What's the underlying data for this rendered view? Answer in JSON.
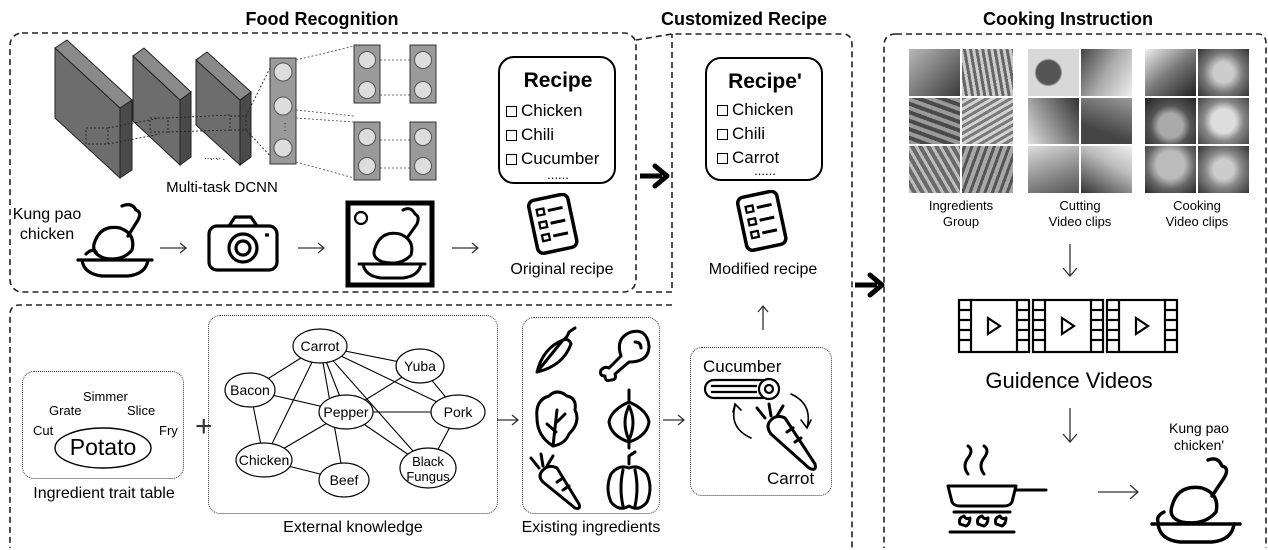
{
  "sections": {
    "food_recognition": "Food Recognition",
    "customized_recipe": "Customized Recipe",
    "cooking_instruction": "Cooking Instruction"
  },
  "network_label": "Multi-task DCNN",
  "dots_label": "......",
  "input_dish": {
    "line1": "Kung pao",
    "line2": "chicken"
  },
  "original_recipe": {
    "title": "Recipe",
    "items": [
      "Chicken",
      "Chili",
      "Cucumber"
    ],
    "more": "......",
    "caption": "Original recipe"
  },
  "modified_recipe": {
    "title": "Recipe'",
    "items": [
      "Chicken",
      "Chili",
      "Carrot"
    ],
    "more": "......",
    "caption": "Modified recipe"
  },
  "trait_table": {
    "center": "Potato",
    "verbs": [
      "Simmer",
      "Grate",
      "Slice",
      "Cut",
      "Fry"
    ],
    "caption": "Ingredient trait table",
    "plus": "+"
  },
  "knowledge_graph": {
    "caption": "External knowledge",
    "nodes": [
      "Carrot",
      "Yuba",
      "Bacon",
      "Pepper",
      "Pork",
      "Chicken",
      "Beef",
      "Black Fungus"
    ]
  },
  "existing_ingredients": {
    "caption": "Existing ingredients",
    "icons": [
      "chili-icon",
      "drumstick-icon",
      "lettuce-icon",
      "onion-icon",
      "carrot-icon",
      "bell-pepper-icon"
    ]
  },
  "substitution": {
    "from": "Cucumber",
    "to": "Carrot"
  },
  "cooking": {
    "groups": [
      {
        "line1": "Ingredients",
        "line2": "Group"
      },
      {
        "line1": "Cutting",
        "line2": "Video clips"
      },
      {
        "line1": "Cooking",
        "line2": "Video clips"
      }
    ],
    "guidance_label": "Guidence Videos",
    "output_dish": {
      "line1": "Kung pao",
      "line2": "chicken'"
    }
  }
}
